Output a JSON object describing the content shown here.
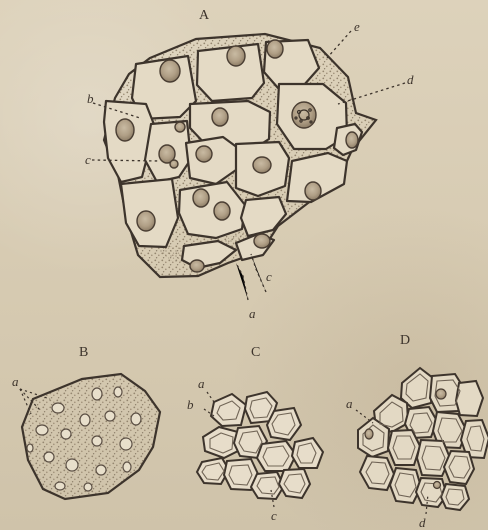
{
  "figure": {
    "panel_a": {
      "label": "A",
      "parts": {
        "a": "a",
        "b": "b",
        "c1": "c",
        "c2": "c",
        "d": "d",
        "e": "e"
      }
    },
    "panel_b": {
      "label": "B",
      "parts": {
        "a": "a"
      }
    },
    "panel_c": {
      "label": "C",
      "parts": {
        "a": "a",
        "b": "b",
        "c": "c"
      }
    },
    "panel_d": {
      "label": "D",
      "parts": {
        "a": "a",
        "d": "d"
      }
    }
  },
  "colors": {
    "paper": "#d8cdb5",
    "ink": "#3d342c",
    "cell_fill": "#e4dac5",
    "stipple": "#a79a84"
  }
}
